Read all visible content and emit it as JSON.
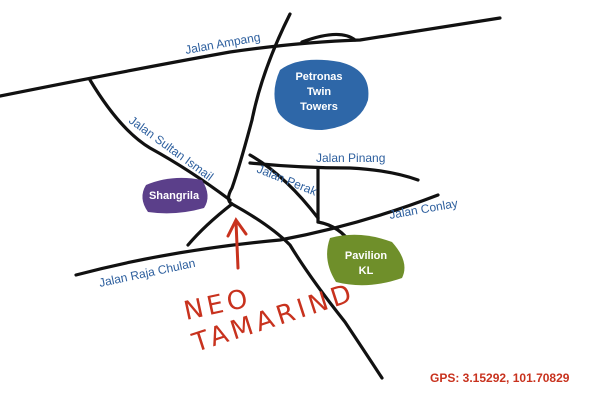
{
  "colors": {
    "road": "#111111",
    "road_label": "#2d5f9e",
    "petronas": "#2e67a8",
    "shangrila": "#5b3f8a",
    "pavilion": "#6f8f2a",
    "place_label_light": "#ffffff",
    "place_label_dark": "#ffffff",
    "highlight": "#c8321e"
  },
  "roads": {
    "jalan_ampang": "Jalan Ampang",
    "jalan_sultan_ismail": "Jalan Sultan Ismail",
    "jalan_pinang": "Jalan Pinang",
    "jalan_perak": "Jalan Perak",
    "jalan_conlay": "Jalan Conlay",
    "jalan_raja_chulan": "Jalan Raja Chulan"
  },
  "places": {
    "petronas": [
      "Petronas",
      "Twin",
      "Towers"
    ],
    "shangrila": "Shangrila",
    "pavilion": [
      "Pavilion",
      "KL"
    ]
  },
  "destination": {
    "line1": "NEO",
    "line2": "TAMARIND",
    "arrow": "up-arrow-icon"
  },
  "gps": "GPS: 3.15292, 101.70829"
}
